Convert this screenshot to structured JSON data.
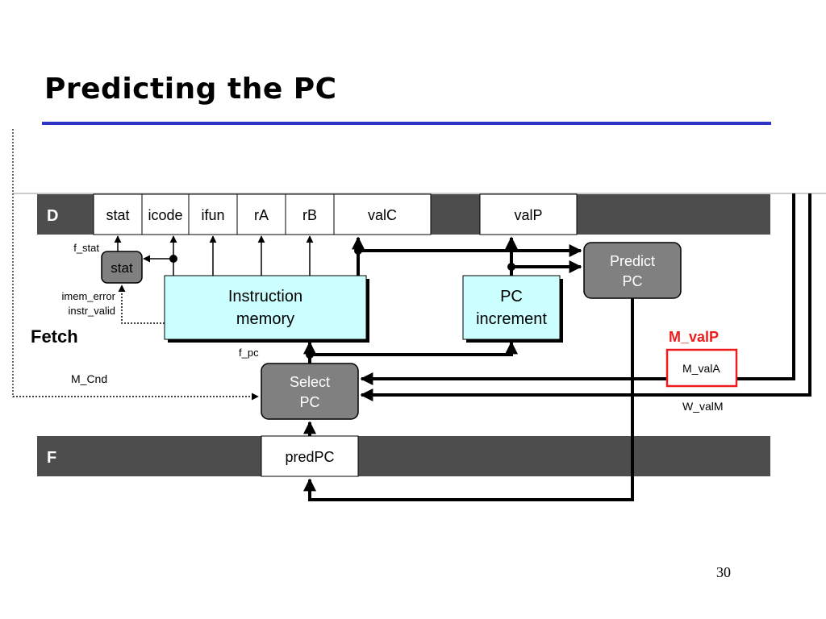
{
  "slide": {
    "title": "Predicting the PC",
    "page_number": "30",
    "rule_color": "#2b36c6"
  },
  "diagram": {
    "decode_register": {
      "label": "D",
      "fields": [
        "stat",
        "icode",
        "ifun",
        "rA",
        "rB",
        "valC",
        "valP"
      ]
    },
    "fetch_register": {
      "label": "F",
      "field": "predPC"
    },
    "stage_label": "Fetch",
    "blocks": {
      "stat_block": "stat",
      "instruction_memory": [
        "Instruction",
        "memory"
      ],
      "pc_increment": [
        "PC",
        "increment"
      ],
      "predict_pc": [
        "Predict",
        "PC"
      ],
      "select_pc": [
        "Select",
        "PC"
      ]
    },
    "signals": {
      "f_stat": "f_stat",
      "imem_error": "imem_error",
      "instr_valid": "instr_valid",
      "f_pc": "f_pc",
      "m_cnd": "M_Cnd",
      "m_vala": "M_valA",
      "w_valm": "W_valM",
      "m_valp": "M_valP"
    },
    "colors": {
      "register_dark": "#4d4d4d",
      "control_block": "#808080",
      "memory_block": "#ccffff",
      "highlight": "#ee1c1c"
    }
  }
}
